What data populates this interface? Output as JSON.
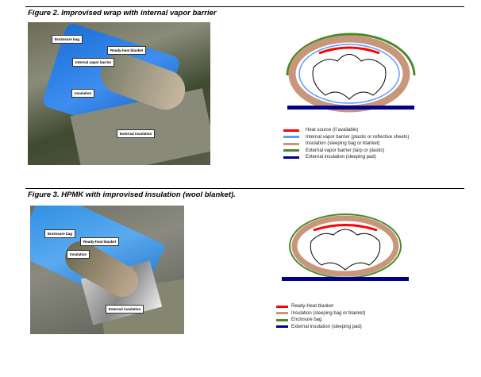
{
  "figure2": {
    "title": "Figure 2.   Improvised wrap with internal vapor barrier",
    "photo_labels": [
      "Enclosure bag",
      "Ready-heat blanket",
      "Internal vapor barrier",
      "Insulation",
      "External insulation"
    ],
    "legend": [
      {
        "label": "Heat source (if available)",
        "color": "#ff0000"
      },
      {
        "label": "Internal vapor barrier (plastic or reflective sheets)",
        "color": "#5b9bff"
      },
      {
        "label": "Insulation (sleeping bag or blanket)",
        "color": "#c8967a"
      },
      {
        "label": "External vapor barrier (tarp or plastic)",
        "color": "#4a8a2a"
      },
      {
        "label": "External insulation (sleeping pad)",
        "color": "#00008b"
      }
    ]
  },
  "figure3": {
    "title": "Figure 3.   HPMK with improvised insulation (wool blanket).",
    "photo_labels": [
      "Enclosure bag",
      "Ready-heat blanket",
      "Insulation",
      "External insulation"
    ],
    "legend": [
      {
        "label": "Ready-Heat blanket",
        "color": "#ff0000"
      },
      {
        "label": "Insulation (sleeping bag or blanket)",
        "color": "#c8967a"
      },
      {
        "label": "Enclosure bag",
        "color": "#4a8a2a"
      },
      {
        "label": "External insulation (sleeping pad)",
        "color": "#00008b"
      }
    ]
  }
}
